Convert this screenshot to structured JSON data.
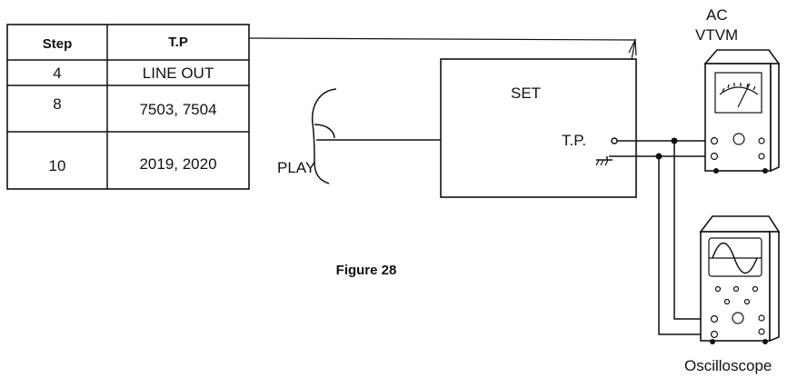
{
  "table": {
    "headers": [
      "Step",
      "T.P"
    ],
    "rows": [
      {
        "step": "4",
        "tp": "LINE OUT"
      },
      {
        "step": "8",
        "tp": "7503, 7504"
      },
      {
        "step": "10",
        "tp": "2019, 2020"
      }
    ]
  },
  "labels": {
    "play": "PLAY",
    "set": "SET",
    "test_point": "T.P.",
    "vtvm_line1": "AC",
    "vtvm_line2": "VTVM",
    "oscilloscope": "Oscilloscope",
    "figure_caption": "Figure 28"
  }
}
